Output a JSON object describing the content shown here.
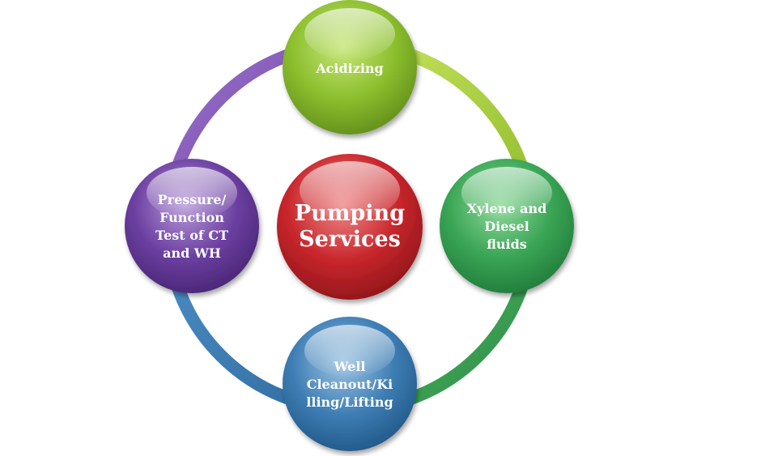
{
  "diagram": {
    "center": {
      "lines": [
        "Pumping",
        "Services"
      ],
      "color": "#c8262b"
    },
    "nodes": [
      {
        "id": "acidizing",
        "lines": [
          "Acidizing"
        ],
        "color": "#8cbf2e"
      },
      {
        "id": "xylene",
        "lines": [
          "Xylene and",
          "Diesel",
          "fluids"
        ],
        "color": "#3aa555"
      },
      {
        "id": "well",
        "lines": [
          "Well",
          "Cleanout/Ki",
          "lling/Lifting"
        ],
        "color": "#3d7db3"
      },
      {
        "id": "pressure",
        "lines": [
          "Pressure/",
          "Function",
          "Test of CT",
          "and WH"
        ],
        "color": "#6b3fa0"
      }
    ],
    "ring_colors": {
      "top_right": "#a8cc3a",
      "bottom_right": "#3aa555",
      "bottom_left": "#3d7db3",
      "top_left": "#7a4aa8"
    }
  }
}
